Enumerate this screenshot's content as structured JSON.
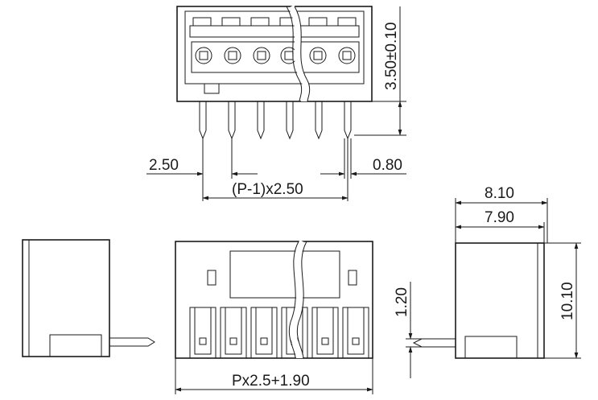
{
  "dimensions": {
    "height_tolerance": "3.50±0.10",
    "pitch": "2.50",
    "pin_width": "0.80",
    "span": "(P-1)x2.50",
    "side_outer_width": "8.10",
    "side_inner_width": "7.90",
    "side_height": "10.10",
    "pin_offset": "1.20",
    "front_width": "Px2.5+1.90"
  }
}
